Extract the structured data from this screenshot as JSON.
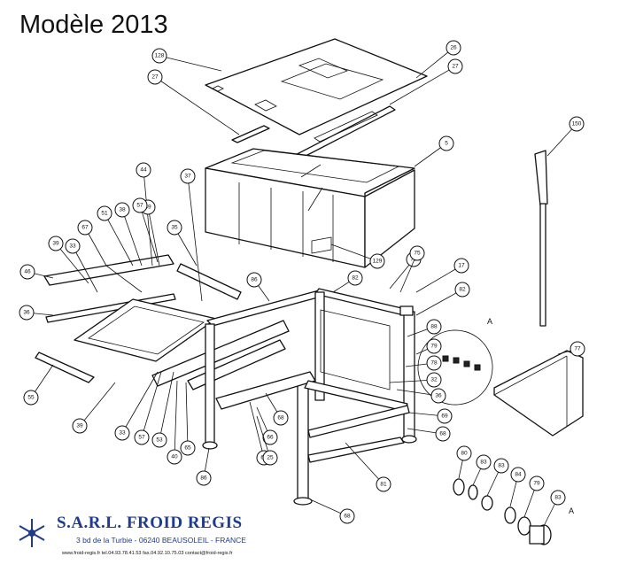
{
  "header": {
    "title": "Modèle 2013"
  },
  "diagram": {
    "detail_letter": "A",
    "callouts": [
      "128",
      "27",
      "26",
      "27",
      "150",
      "5",
      "44",
      "37",
      "39",
      "38",
      "57",
      "51",
      "67",
      "39",
      "46",
      "36",
      "33",
      "35",
      "86",
      "82",
      "76",
      "75",
      "17",
      "82",
      "129",
      "88",
      "77",
      "79",
      "78",
      "32",
      "36",
      "55",
      "39",
      "33",
      "57",
      "53",
      "40",
      "65",
      "86",
      "68",
      "66",
      "69",
      "69",
      "68",
      "81",
      "80",
      "83",
      "83",
      "84",
      "79",
      "83",
      "68",
      "25"
    ]
  },
  "footer": {
    "company": "S.A.R.L. FROID REGIS",
    "address": "3 bd de la Turbie - 06240 BEAUSOLEIL - FRANCE",
    "contact": "www.froid-regis.fr   tel.04.93.78.41.53   fax.04.92.10.75.03   contact@froid-regis.fr"
  },
  "colors": {
    "brand": "#1f3b8c",
    "ink": "#111111"
  },
  "icons": {
    "logo": "snowflake-icon"
  }
}
